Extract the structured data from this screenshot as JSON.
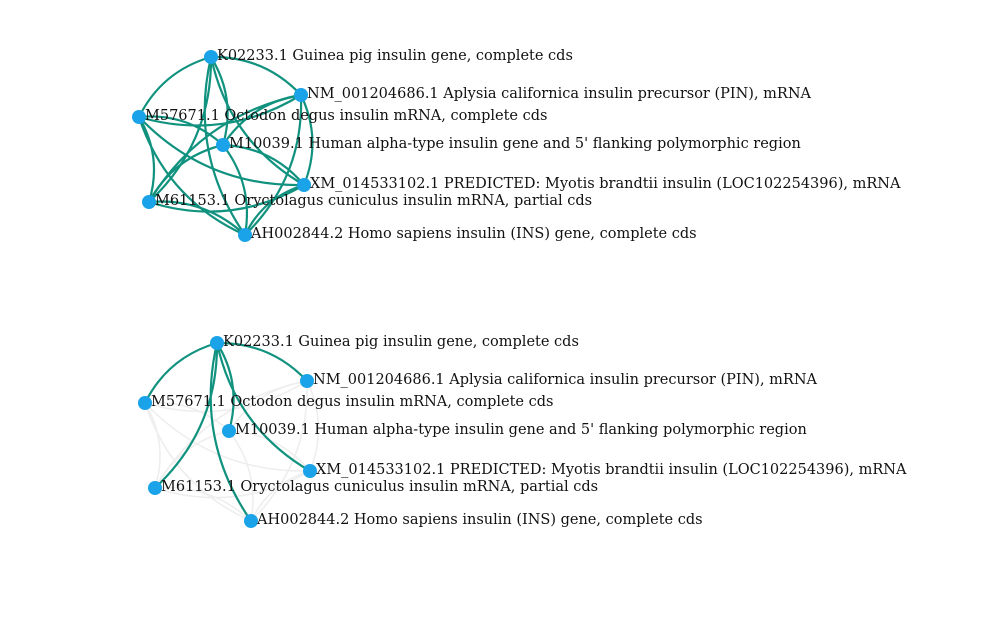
{
  "colors": {
    "node": "#1aa3e8",
    "edge": "#11927f",
    "faded_edge": "#eeeeee",
    "background": "#ffffff",
    "label": "#111111"
  },
  "graphs": [
    {
      "id": "full",
      "nodes": [
        {
          "id": "K02233.1",
          "label": "K02233.1 Guinea pig insulin gene, complete cds"
        },
        {
          "id": "NM_001204686.1",
          "label": "NM_001204686.1 Aplysia californica insulin precursor (PIN), mRNA"
        },
        {
          "id": "M57671.1",
          "label": "M57671.1 Octodon degus insulin mRNA, complete cds"
        },
        {
          "id": "M10039.1",
          "label": "M10039.1 Human alpha-type insulin gene and 5' flanking polymorphic region"
        },
        {
          "id": "XM_014533102.1",
          "label": "XM_014533102.1 PREDICTED: Myotis brandtii insulin (LOC102254396), mRNA"
        },
        {
          "id": "M61153.1",
          "label": "M61153.1 Oryctolagus cuniculus insulin mRNA, partial cds"
        },
        {
          "id": "AH002844.2",
          "label": "AH002844.2 Homo sapiens insulin (INS) gene, complete cds"
        }
      ],
      "edges": "all-pairs-highlighted"
    },
    {
      "id": "focused",
      "focus_node": "K02233.1",
      "nodes": [
        {
          "id": "K02233.1",
          "label": "K02233.1 Guinea pig insulin gene, complete cds"
        },
        {
          "id": "NM_001204686.1",
          "label": "NM_001204686.1 Aplysia californica insulin precursor (PIN), mRNA"
        },
        {
          "id": "M57671.1",
          "label": "M57671.1 Octodon degus insulin mRNA, complete cds"
        },
        {
          "id": "M10039.1",
          "label": "M10039.1 Human alpha-type insulin gene and 5' flanking polymorphic region"
        },
        {
          "id": "XM_014533102.1",
          "label": "XM_014533102.1 PREDICTED: Myotis brandtii insulin (LOC102254396), mRNA"
        },
        {
          "id": "M61153.1",
          "label": "M61153.1 Oryctolagus cuniculus insulin mRNA, partial cds"
        },
        {
          "id": "AH002844.2",
          "label": "AH002844.2 Homo sapiens insulin (INS) gene, complete cds"
        }
      ],
      "edges": "focus-highlighted-others-faded"
    }
  ]
}
